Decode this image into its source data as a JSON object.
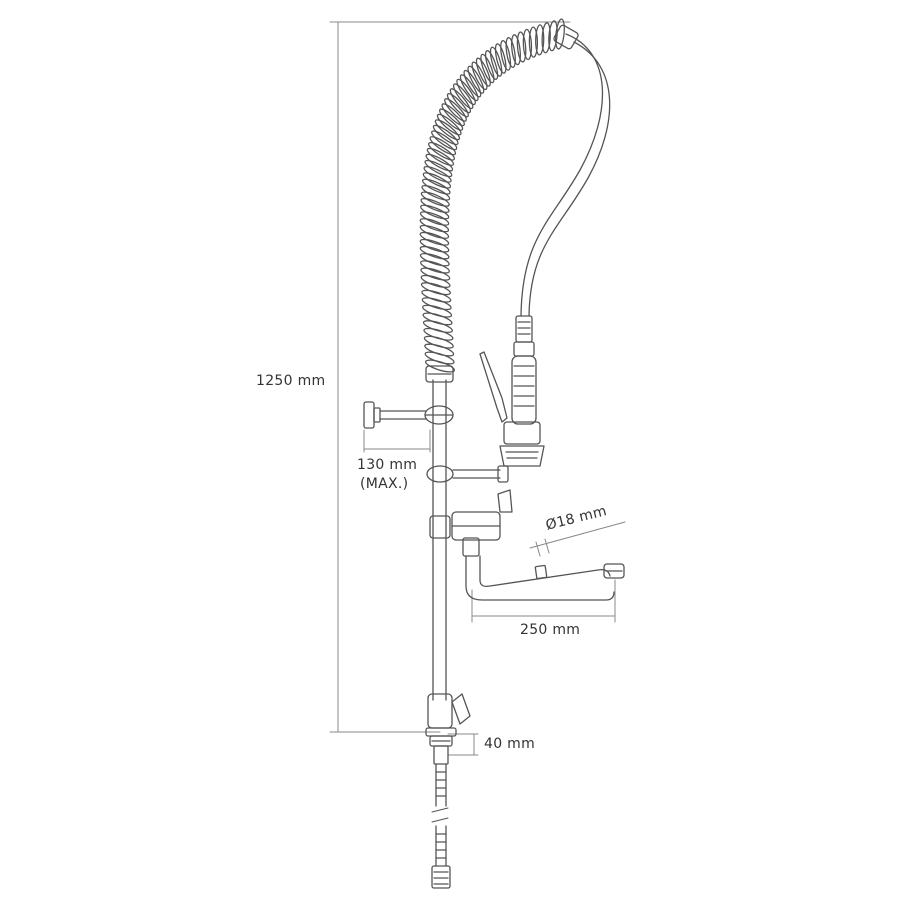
{
  "diagram": {
    "dimensions": {
      "total_height": "1250 mm",
      "wall_bracket_reach": "130 mm",
      "wall_bracket_reach_note": "(MAX.)",
      "spout_diameter": "Ø18 mm",
      "spout_reach": "250 mm",
      "base_height": "40 mm"
    },
    "colors": {
      "line": "#555555",
      "dimension_line": "#888888",
      "background": "#ffffff"
    }
  }
}
